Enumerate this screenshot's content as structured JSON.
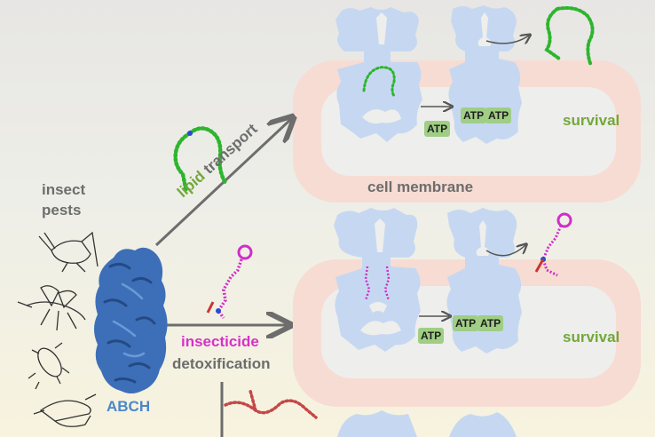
{
  "labels": {
    "insect_pests_line1": "insect",
    "insect_pests_line2": "pests",
    "abch": "ABCH",
    "lipid": "lipid",
    "transport": "transport",
    "insecticide": "insecticide",
    "detoxification": "detoxification",
    "cell_membrane": "cell membrane",
    "survival_top": "survival",
    "survival_middle": "survival",
    "atp": "ATP"
  },
  "colors": {
    "protein_blue": "#c6d8f1",
    "abch_blue": "#3d6fb8",
    "lipid_green": "#2eb52e",
    "insecticide_magenta": "#d02ec8",
    "membrane_pink": "#f7dcd3",
    "atp_green": "#9fce84",
    "text_gray": "#6d6d6d",
    "survival_green": "#72a83a"
  },
  "icons": [
    "cricket-icon",
    "mosquito-icon",
    "beetle-icon",
    "moth-icon"
  ]
}
